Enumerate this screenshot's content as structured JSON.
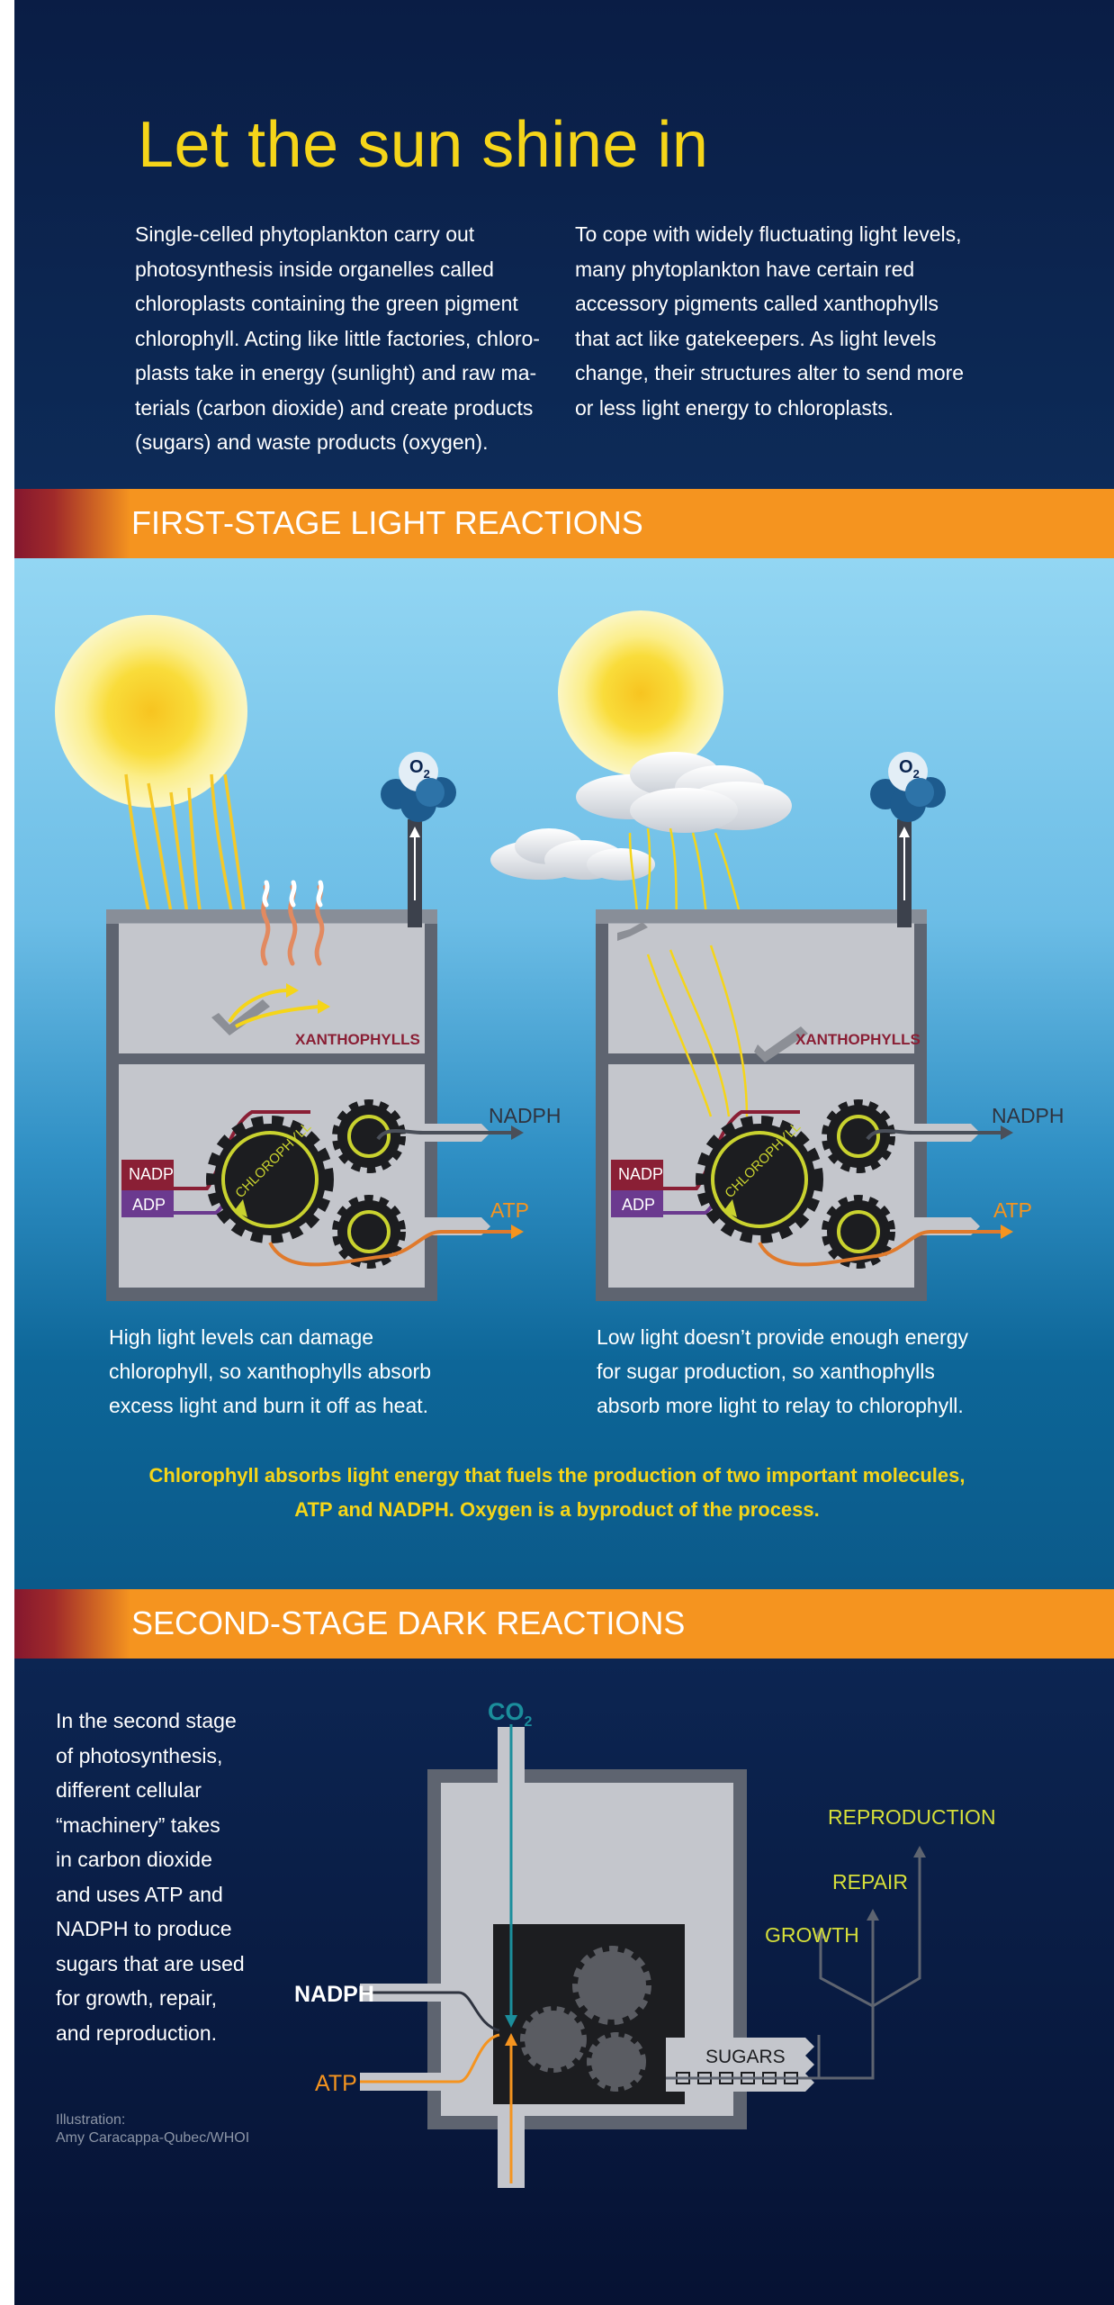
{
  "title": "Let the sun shine in",
  "intro": {
    "left": [
      "Single-celled phytoplankton carry out",
      "photosynthesis inside organelles called",
      "chloroplasts containing the green pigment",
      "chlorophyll. Acting like little factories, chloro-",
      "plasts take in energy (sunlight) and raw ma-",
      "terials (carbon dioxide) and create products",
      "(sugars) and waste products (oxygen)."
    ],
    "right": [
      "To cope with widely fluctuating light levels,",
      "many phytoplankton have certain red",
      "accessory pigments called xanthophylls",
      "that act like gatekeepers. As light levels",
      "change, their structures alter to send more",
      "or less light energy to chloroplasts."
    ]
  },
  "stage1": {
    "heading": "FIRST-STAGE LIGHT REACTIONS",
    "oxygen": {
      "base": "O",
      "sub": "2"
    },
    "labels": {
      "xanthophylls": "XANTHOPHYLLS",
      "chlorophyll": "CHLOROPHYLL",
      "nadp": "NADP",
      "adp": "ADP",
      "nadph": "NADPH",
      "atp": "ATP"
    },
    "caption_left": [
      "High light levels can damage",
      "chlorophyll, so xanthophylls absorb",
      "excess light and burn it off as heat."
    ],
    "caption_right": [
      "Low light doesn’t provide enough energy",
      "for sugar production, so xanthophylls",
      "absorb more light to relay to chlorophyll."
    ],
    "summary": [
      "Chlorophyll absorbs light energy that fuels the production of two important molecules,",
      "ATP and NADPH. Oxygen is a byproduct of the process."
    ]
  },
  "stage2": {
    "heading": "SECOND-STAGE DARK REACTIONS",
    "text": [
      "In the second stage",
      "of photosynthesis,",
      "different cellular",
      "“machinery” takes",
      "in carbon dioxide",
      "and uses ATP and",
      "NADPH to produce",
      "sugars that are used",
      "for growth, repair,",
      "and reproduction."
    ],
    "credit": [
      "Illustration:",
      "Amy Caracappa-Qubec/WHOI"
    ],
    "co2": {
      "base": "CO",
      "sub": "2"
    },
    "labels": {
      "nadph": "NADPH",
      "atp": "ATP",
      "sugars": "SUGARS",
      "growth": "GROWTH",
      "repair": "REPAIR",
      "reproduction": "REPRODUCTION"
    }
  },
  "colors": {
    "navy": "#0b2550",
    "darknavy": "#081638",
    "orange": "#f5941f",
    "yellow": "#f5d519",
    "maroon": "#7a1030",
    "purple": "#6b3a8f",
    "lime": "#d6df3a",
    "teal": "#1b8e9c",
    "sky_top": "#8fd3f2",
    "sea_bottom": "#0a5a8a"
  }
}
